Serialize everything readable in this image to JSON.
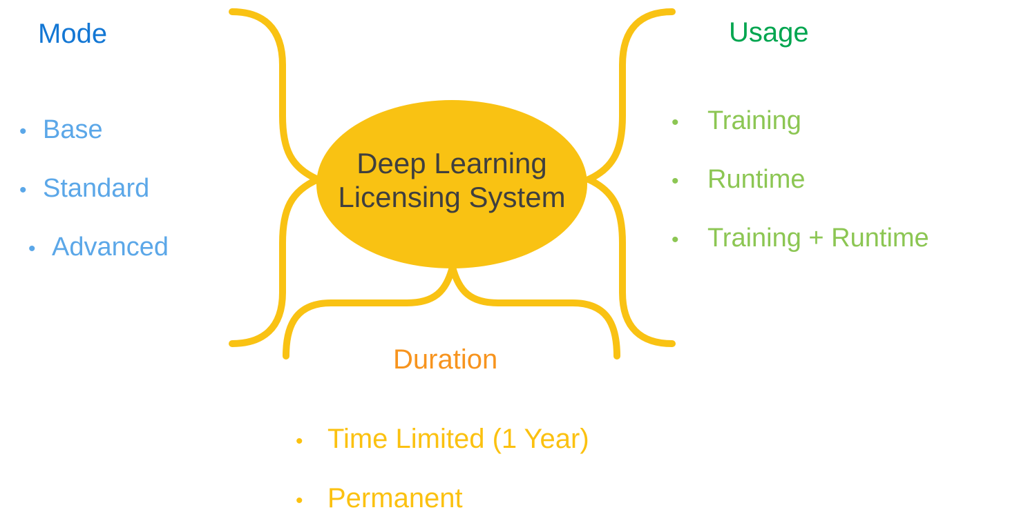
{
  "center": {
    "line1": "Deep Learning",
    "line2": "Licensing System"
  },
  "branches": {
    "mode": {
      "label": "Mode",
      "heading_color": "#1377d4",
      "item_color": "#5ba7e8",
      "items": [
        "Base",
        "Standard",
        "Advanced"
      ]
    },
    "usage": {
      "label": "Usage",
      "heading_color": "#00a54f",
      "item_color": "#8cc653",
      "items": [
        "Training",
        "Runtime",
        "Training + Runtime"
      ]
    },
    "duration": {
      "label": "Duration",
      "heading_color": "#f7941e",
      "item_color": "#fbc110",
      "items": [
        "Time Limited (1 Year)",
        "Permanent"
      ]
    }
  },
  "colors": {
    "gold": "#f9c213",
    "center_text": "#3f3f3f",
    "background": "#ffffff",
    "bullet": "•"
  }
}
